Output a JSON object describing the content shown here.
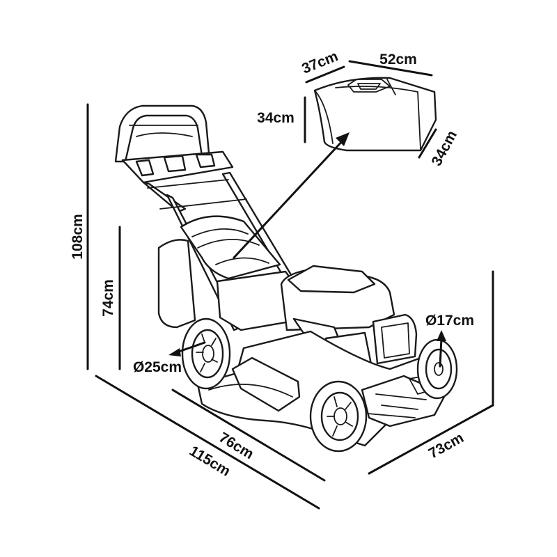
{
  "colors": {
    "ink": "#111111",
    "background": "#ffffff"
  },
  "dimensions": {
    "total_height": "108cm",
    "handle_height": "74cm",
    "total_length": "115cm",
    "deck_length": "76cm",
    "width": "73cm",
    "rear_wheel": "Ø25cm",
    "front_wheel": "Ø17cm",
    "bag_depth": "37cm",
    "bag_length": "52cm",
    "bag_height": "34cm",
    "bag_width": "34cm"
  }
}
